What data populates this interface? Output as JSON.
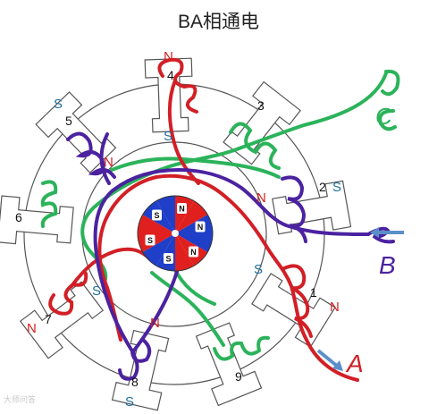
{
  "title": "BA相通电",
  "watermark": "大师问答",
  "colors": {
    "coil_red": "#d21f26",
    "coil_purple": "#4b22a0",
    "coil_green": "#2bb35a",
    "stator_outline": "#555555",
    "rotor_red": "#e0201e",
    "rotor_blue": "#1f3fc8",
    "label_north": "#d22222",
    "label_south": "#1f6fa0",
    "arrow": "#5b8fc9"
  },
  "poles": [
    {
      "number": "1",
      "pole": "N"
    },
    {
      "number": "2",
      "pole": "S"
    },
    {
      "number": "3",
      "pole": ""
    },
    {
      "number": "4",
      "pole": "N"
    },
    {
      "number": "5",
      "pole": "S"
    },
    {
      "number": "6",
      "pole": ""
    },
    {
      "number": "7",
      "pole": "N"
    },
    {
      "number": "8",
      "pole": "S"
    },
    {
      "number": "9",
      "pole": ""
    }
  ],
  "inner_pole_labels": [
    {
      "text": "S",
      "near": "4"
    },
    {
      "text": "N",
      "near": "5"
    },
    {
      "text": "N",
      "near": "2"
    },
    {
      "text": "S",
      "near": "1"
    },
    {
      "text": "S",
      "near": "7"
    },
    {
      "text": "N",
      "near": "8"
    }
  ],
  "terminals": [
    "B",
    "A",
    "C"
  ],
  "rotor_magnets": [
    "N",
    "N",
    "N",
    "S",
    "S",
    "S"
  ]
}
